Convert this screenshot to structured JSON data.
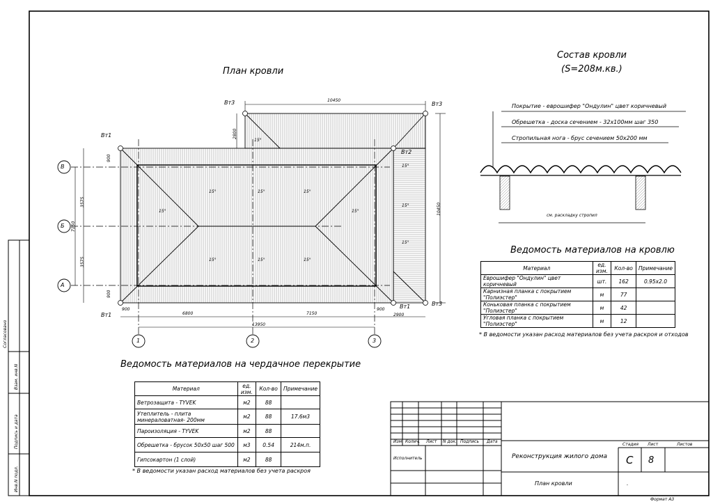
{
  "titles": {
    "roof_plan": "План кровли",
    "roof_composition": "Состав кровли",
    "roof_area": "(S=208м.кв.)",
    "roof_materials": "Ведомость материалов на кровлю",
    "attic_materials": "Ведомость материалов на чердачное перекрытие"
  },
  "composition": {
    "layers": [
      "Покрытие - еврошифер \"Ондулин\" цвет коричневый",
      "Обрешетка - доска сечением - 32х100мм шаг 350",
      "Стропильная нога - брус сечением 50х200 мм"
    ],
    "rafter_note": "см. раскладку стропил"
  },
  "plan": {
    "axes_letters": [
      "В",
      "Б",
      "А"
    ],
    "axes_numbers": [
      "1",
      "2",
      "3"
    ],
    "nodes": [
      "Вт1",
      "Вт3",
      "Вт3",
      "Вт2",
      "Вт1",
      "Вт3",
      "Вт1"
    ],
    "dims": {
      "top": "10450",
      "right_h": "10450",
      "bottom_a": "6800",
      "bottom_b": "7150",
      "bottom_total": "13950",
      "left_a": "3575",
      "left_b": "3575",
      "left_total": "7150",
      "ov_top": "900",
      "ov_bot": "900",
      "ov_left": "900",
      "ov_right": "900",
      "ext": "2900",
      "ext_v": "2800"
    },
    "slope": "15°"
  },
  "roof_table": {
    "headers": [
      "Материал",
      "ед. изм.",
      "Кол-во",
      "Примечание"
    ],
    "rows": [
      [
        "Еврошифер \"Ондулин\" цвет коричневый",
        "шт.",
        "162",
        "0.95х2.0"
      ],
      [
        "Карнизная планка с покрытием \"Полиэстер\"",
        "м",
        "77",
        ""
      ],
      [
        "Коньковая планка с покрытием \"Полиэстер\"",
        "м",
        "42",
        ""
      ],
      [
        "Угловая планка с покрытием \"Полиэстер\"",
        "м",
        "12",
        ""
      ]
    ],
    "note": "* В ведомости указан расход материалов без учета раскроя и отходов"
  },
  "attic_table": {
    "headers": [
      "Материал",
      "ед. изм.",
      "Кол-во",
      "Примечание"
    ],
    "rows": [
      [
        "Ветрозащита - TYVEK",
        "м2",
        "88",
        ""
      ],
      [
        "Утеплитель - плита минераловатная- 200мм",
        "м2",
        "88",
        "17.6м3"
      ],
      [
        "Пароизоляция - TYVEK",
        "м2",
        "88",
        ""
      ],
      [
        "Обрешетка - брусок 50х50 шаг 500",
        "м3",
        "0.54",
        "214м.п."
      ],
      [
        "Гипсокартон (1 слой)",
        "м2",
        "88",
        ""
      ]
    ],
    "note": "* В ведомости указан расход материалов без учета раскроя"
  },
  "title_block": {
    "cols": [
      "Изм.",
      "Колич.",
      "Лист",
      "N док.",
      "Подпись",
      "Дата"
    ],
    "executor": "Исполнитель",
    "project": "Реконструкция жилого дома",
    "sheet_name": "План кровли",
    "stage_label": "Стадия",
    "sheet_label": "Лист",
    "sheets_label": "Листов",
    "stage": "С",
    "sheet": "8",
    "dot": ".",
    "format": "Формат А3"
  },
  "side_stamp": {
    "agreed": "Согласовано",
    "inv_repl": "Взам. инв.N",
    "sign_date": "Подпись и дата",
    "inv_orig": "Инв.N подл."
  }
}
